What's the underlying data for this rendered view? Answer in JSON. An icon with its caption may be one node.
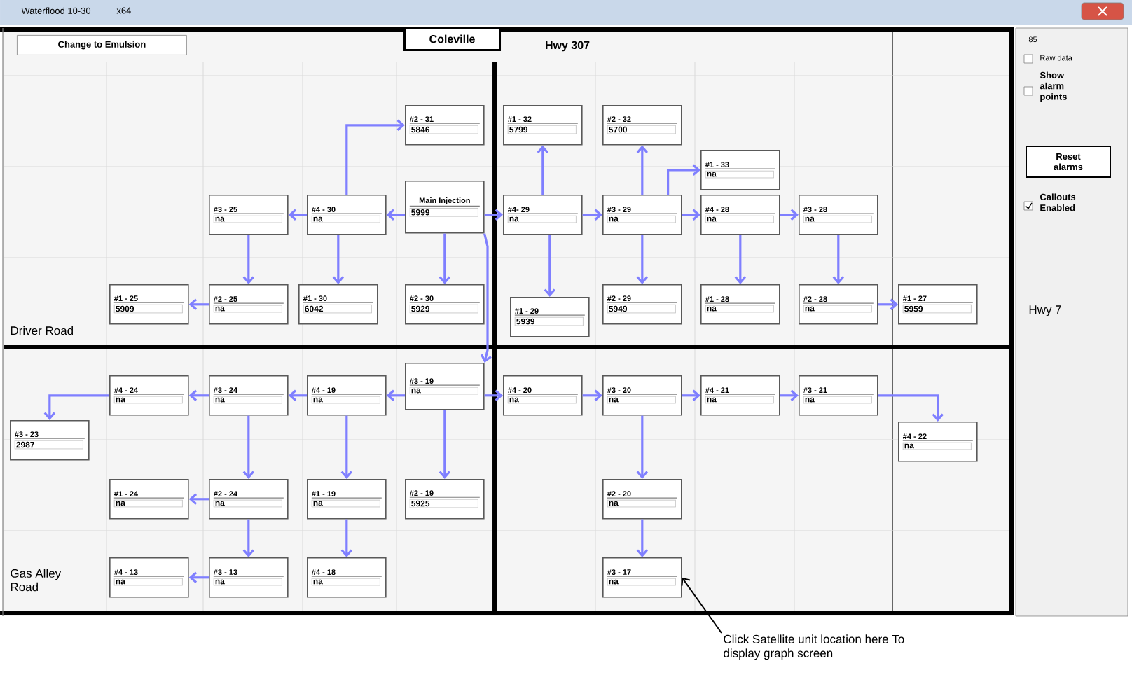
{
  "diagram": {
    "nodes": [
      {
        "text": [
          "Change to Emulsion"
        ]
      },
      {
        "text": [
          "Coleville"
        ]
      },
      {
        "text": [
          "Reset alarms"
        ]
      },
      {
        "text": [
          "#2 - 31",
          "5846"
        ]
      },
      {
        "text": [
          "#1 - 32",
          "5799"
        ]
      },
      {
        "text": [
          "#2 - 32",
          "5700"
        ]
      },
      {
        "text": [
          "#1 - 33",
          "na"
        ]
      },
      {
        "text": [
          "#3 - 25",
          "na"
        ]
      },
      {
        "text": [
          "#4 - 30",
          "na"
        ]
      },
      {
        "text": [
          "Main Injection",
          "5999"
        ]
      },
      {
        "text": [
          "#4- 29",
          "na"
        ]
      },
      {
        "text": [
          "#3 - 29",
          "na"
        ]
      },
      {
        "text": [
          "#4 - 28",
          "na"
        ]
      },
      {
        "text": [
          "#3 - 28",
          "na"
        ]
      },
      {
        "text": [
          "#1 - 25",
          "5909"
        ]
      },
      {
        "text": [
          "#2 - 25",
          "na"
        ]
      },
      {
        "text": [
          "#1 - 30",
          "6042"
        ]
      },
      {
        "text": [
          "#2 - 30",
          "5929"
        ]
      },
      {
        "text": [
          "#1 - 29",
          "5939"
        ]
      },
      {
        "text": [
          "#2 - 29",
          "5949"
        ]
      },
      {
        "text": [
          "#1 - 28",
          "na"
        ]
      },
      {
        "text": [
          "#2 - 28",
          "na"
        ]
      },
      {
        "text": [
          "#1 - 27",
          "5959"
        ]
      },
      {
        "text": [
          "#3 - 19",
          "na"
        ]
      },
      {
        "text": [
          "#4 - 24",
          "na"
        ]
      },
      {
        "text": [
          "#3 - 24",
          "na"
        ]
      },
      {
        "text": [
          "#4 - 19",
          "na"
        ]
      },
      {
        "text": [
          "#4 - 20",
          "na"
        ]
      },
      {
        "text": [
          "#3 - 20",
          "na"
        ]
      },
      {
        "text": [
          "#4 - 21",
          "na"
        ]
      },
      {
        "text": [
          "#3 - 21",
          "na"
        ]
      },
      {
        "text": [
          "#3 - 23",
          "2987"
        ]
      },
      {
        "text": [
          "#4 - 22",
          "na"
        ]
      },
      {
        "text": [
          "#1 - 24",
          "na"
        ]
      },
      {
        "text": [
          "#2 - 24",
          "na"
        ]
      },
      {
        "text": [
          "#1 - 19",
          "na"
        ]
      },
      {
        "text": [
          "#2 - 19",
          "5925"
        ]
      },
      {
        "text": [
          "#2 - 20",
          "na"
        ]
      },
      {
        "text": [
          "#4 - 13",
          "na"
        ]
      },
      {
        "text": [
          "#3 - 13",
          "na"
        ]
      },
      {
        "text": [
          "#4 - 18",
          "na"
        ]
      },
      {
        "text": [
          "#3 - 17",
          "na"
        ]
      },
      {
        "text": [
          "Click Satellite unit location here To display graph screen"
        ]
      }
    ],
    "edges": [
      {
        "from": 9,
        "to": 8,
        "arrow": "to"
      },
      {
        "from": 9,
        "to": 17,
        "arrow": "to"
      },
      {
        "from": 9,
        "to": 10,
        "arrow": "to"
      },
      {
        "from": 9,
        "to": 23,
        "arrow": "to"
      },
      {
        "from": 8,
        "to": 3,
        "arrow": "to"
      },
      {
        "from": 8,
        "to": 7,
        "arrow": "to"
      },
      {
        "from": 8,
        "to": 16,
        "arrow": "to"
      },
      {
        "from": 7,
        "to": 15,
        "arrow": "to"
      },
      {
        "from": 15,
        "to": 14,
        "arrow": "to"
      },
      {
        "from": 10,
        "to": 4,
        "arrow": "to"
      },
      {
        "from": 10,
        "to": 11,
        "arrow": "to"
      },
      {
        "from": 10,
        "to": 18,
        "arrow": "to"
      },
      {
        "from": 11,
        "to": 5,
        "arrow": "to"
      },
      {
        "from": 11,
        "to": 6,
        "arrow": "to"
      },
      {
        "from": 11,
        "to": 12,
        "arrow": "to"
      },
      {
        "from": 11,
        "to": 19,
        "arrow": "to"
      },
      {
        "from": 12,
        "to": 13,
        "arrow": "to"
      },
      {
        "from": 12,
        "to": 20,
        "arrow": "to"
      },
      {
        "from": 13,
        "to": 21,
        "arrow": "to"
      },
      {
        "from": 21,
        "to": 22,
        "arrow": "to"
      },
      {
        "from": 23,
        "to": 26,
        "arrow": "to"
      },
      {
        "from": 23,
        "to": 36,
        "arrow": "to"
      },
      {
        "from": 23,
        "to": 27,
        "arrow": "to"
      },
      {
        "from": 26,
        "to": 25,
        "arrow": "to"
      },
      {
        "from": 26,
        "to": 35,
        "arrow": "to"
      },
      {
        "from": 25,
        "to": 24,
        "arrow": "to"
      },
      {
        "from": 25,
        "to": 34,
        "arrow": "to"
      },
      {
        "from": 24,
        "to": 31,
        "arrow": "to"
      },
      {
        "from": 34,
        "to": 33,
        "arrow": "to"
      },
      {
        "from": 34,
        "to": 39,
        "arrow": "to"
      },
      {
        "from": 39,
        "to": 38,
        "arrow": "to"
      },
      {
        "from": 35,
        "to": 40,
        "arrow": "to"
      },
      {
        "from": 27,
        "to": 28,
        "arrow": "to"
      },
      {
        "from": 28,
        "to": 29,
        "arrow": "to"
      },
      {
        "from": 28,
        "to": 37,
        "arrow": "to"
      },
      {
        "from": 29,
        "to": 30,
        "arrow": "to"
      },
      {
        "from": 30,
        "to": 32,
        "arrow": "to"
      },
      {
        "from": 37,
        "to": 41,
        "arrow": "to"
      },
      {
        "from": 42,
        "to": 41,
        "arrow": "to",
        "color": "#000000"
      }
    ],
    "labels": [
      "Waterflood 10-30",
      "x64",
      "Hwy 307",
      "85",
      "Raw data",
      "Show alarm points",
      "Callouts Enabled",
      "Hwy 7",
      "Driver Road",
      "Gas Alley Road"
    ]
  }
}
